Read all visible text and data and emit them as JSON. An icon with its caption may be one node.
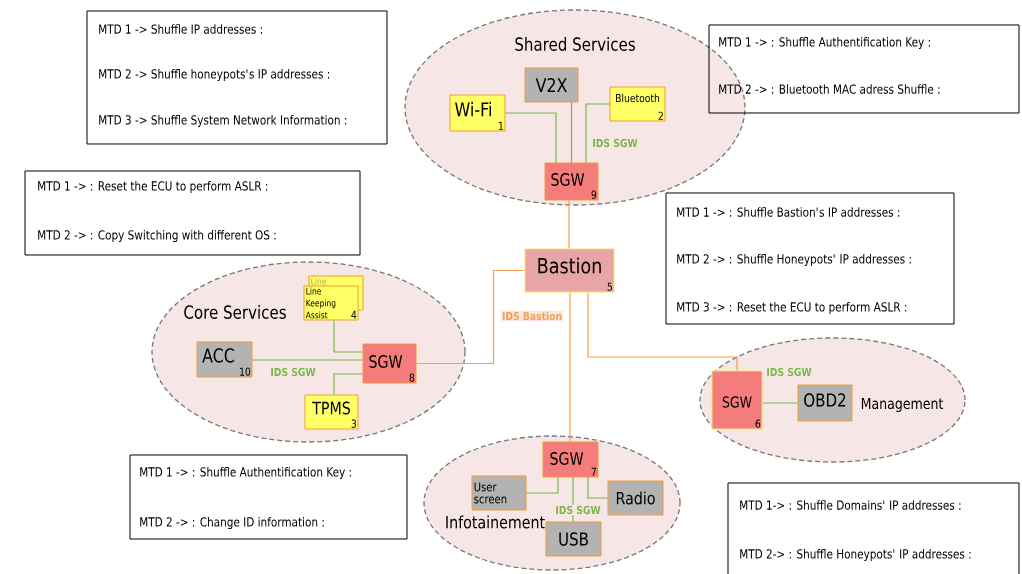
{
  "diagram": {
    "nodes": [
      {
        "text": [
          "Shared Services"
        ]
      },
      {
        "text": [
          "V2X"
        ],
        "in": 0
      },
      {
        "text": [
          "Wi-Fi",
          "1"
        ],
        "in": 0
      },
      {
        "text": [
          "Bluetooth",
          "2"
        ],
        "in": 0
      },
      {
        "text": [
          "SGW",
          "9"
        ],
        "in": 0
      },
      {
        "text": [
          "Core Services"
        ]
      },
      {
        "text": [
          "Line"
        ],
        "in": 5
      },
      {
        "text": [
          "Line Keeping Assist",
          "4"
        ],
        "in": 5
      },
      {
        "text": [
          "ACC",
          "10"
        ],
        "in": 5
      },
      {
        "text": [
          "SGW",
          "8"
        ],
        "in": 5
      },
      {
        "text": [
          "TPMS",
          "3"
        ],
        "in": 5
      },
      {
        "text": [
          "Bastion",
          "5"
        ]
      },
      {
        "text": [
          "Management"
        ]
      },
      {
        "text": [
          "SGW",
          "6"
        ],
        "in": 12
      },
      {
        "text": [
          "OBD2"
        ],
        "in": 12
      },
      {
        "text": [
          "Infotainement"
        ]
      },
      {
        "text": [
          "SGW",
          "7"
        ],
        "in": 15
      },
      {
        "text": [
          "User screen"
        ],
        "in": 15
      },
      {
        "text": [
          "Radio"
        ],
        "in": 15
      },
      {
        "text": [
          "USB"
        ],
        "in": 15
      },
      {
        "text": [
          "MTD 1 -> Shuffle IP addresses :",
          "MTD 2 ->  Shuffle honeypots's IP addresses :",
          "MTD 3 -> Shuffle System Network Information :"
        ]
      },
      {
        "text": [
          "MTD 1 ->  : Reset the ECU to perform ASLR :",
          "MTD 2 ->  : Copy Switching with different OS :"
        ]
      },
      {
        "text": [
          "MTD 1 ->  : Shuffle Authentification Key :",
          "MTD 2 ->  : Bluetooth MAC adress Shuffle :"
        ]
      },
      {
        "text": [
          "MTD 1 ->  : Shuffle Bastion's IP addresses :",
          "MTD 2 ->  : Shuffle Honeypots' IP addresses :",
          "MTD 3 ->  : Reset the ECU to perform ASLR :"
        ]
      },
      {
        "text": [
          "MTD 1 ->  : Shuffle Authentification Key :",
          "MTD 2 ->  : Change ID information :"
        ]
      },
      {
        "text": [
          "MTD 1->  : Shuffle Domains' IP addresses :",
          "MTD 2->  : Shuffle Honeypots' IP addresses :"
        ]
      }
    ],
    "edges": [
      {
        "from": 2,
        "to": 4,
        "arrow": "none"
      },
      {
        "from": 1,
        "to": 4,
        "arrow": "none"
      },
      {
        "from": 3,
        "to": 4,
        "arrow": "none"
      },
      {
        "from": 4,
        "to": 11,
        "arrow": "none",
        "color": "#f7a04b"
      },
      {
        "from": 11,
        "to": 9,
        "arrow": "none",
        "color": "#f7a04b"
      },
      {
        "from": 11,
        "to": 16,
        "arrow": "none",
        "color": "#f7a04b"
      },
      {
        "from": 11,
        "to": 13,
        "arrow": "none",
        "color": "#f7a04b"
      },
      {
        "from": 7,
        "to": 9,
        "arrow": "none"
      },
      {
        "from": 8,
        "to": 9,
        "arrow": "none"
      },
      {
        "from": 10,
        "to": 9,
        "arrow": "none"
      },
      {
        "from": 13,
        "to": 14,
        "arrow": "none"
      },
      {
        "from": 17,
        "to": 16,
        "arrow": "none"
      },
      {
        "from": 19,
        "to": 16,
        "arrow": "none"
      },
      {
        "from": 18,
        "to": 16,
        "arrow": "none"
      }
    ],
    "labels": [
      "IDS SGW",
      "IDS Bastion",
      "IDS SGW",
      "IDS SGW",
      "IDS SGW"
    ]
  }
}
